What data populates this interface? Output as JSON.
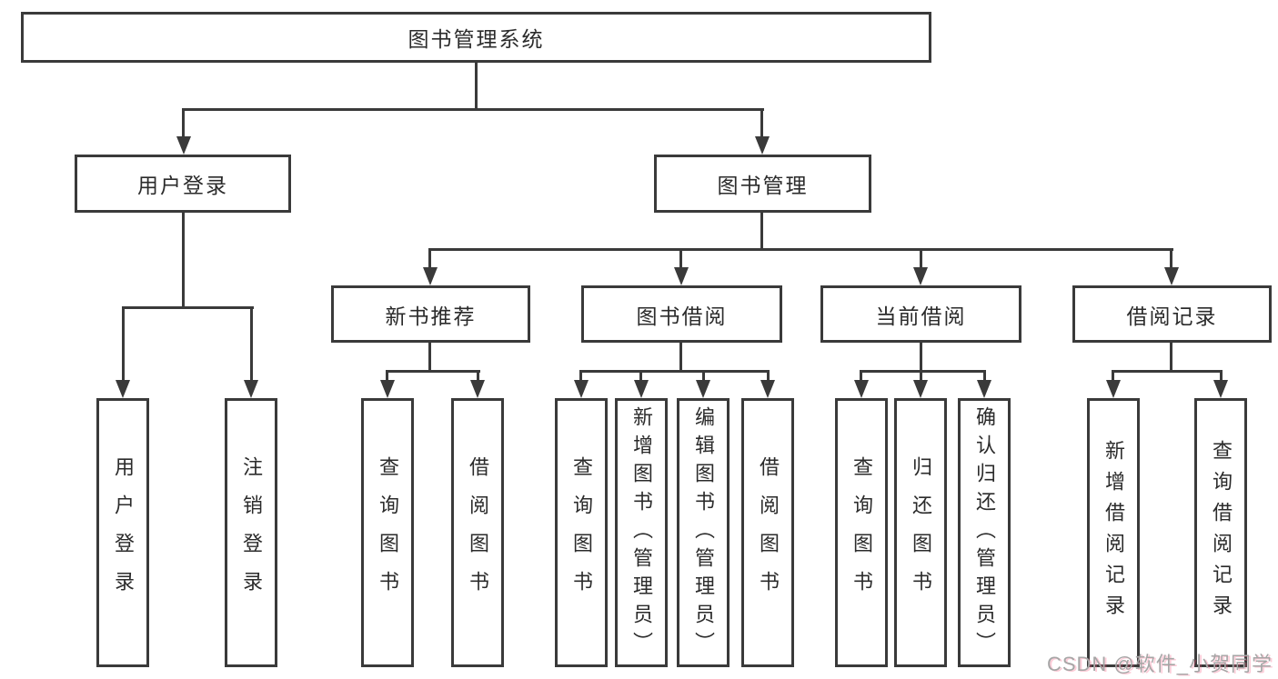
{
  "colors": {
    "line": "#3a3a3a",
    "text": "#2b2b2b",
    "watermark": "#a6a6a6"
  },
  "tree": {
    "root": {
      "label": "图书管理系统"
    },
    "branches": [
      {
        "label": "用户登录",
        "leaves": [
          "用户登录",
          "注销登录"
        ]
      },
      {
        "label": "图书管理",
        "sections": [
          {
            "label": "新书推荐",
            "leaves": [
              "查询图书",
              "借阅图书"
            ]
          },
          {
            "label": "图书借阅",
            "leaves": [
              "查询图书",
              "新增图书（管理员）",
              "编辑图书（管理员）",
              "借阅图书"
            ]
          },
          {
            "label": "当前借阅",
            "leaves": [
              "查询图书",
              "归还图书",
              "确认归还（管理员）"
            ]
          },
          {
            "label": "借阅记录",
            "leaves": [
              "新增借阅记录",
              "查询借阅记录"
            ]
          }
        ]
      }
    ]
  },
  "watermark": {
    "text": "CSDN @软件_小贺同学"
  }
}
